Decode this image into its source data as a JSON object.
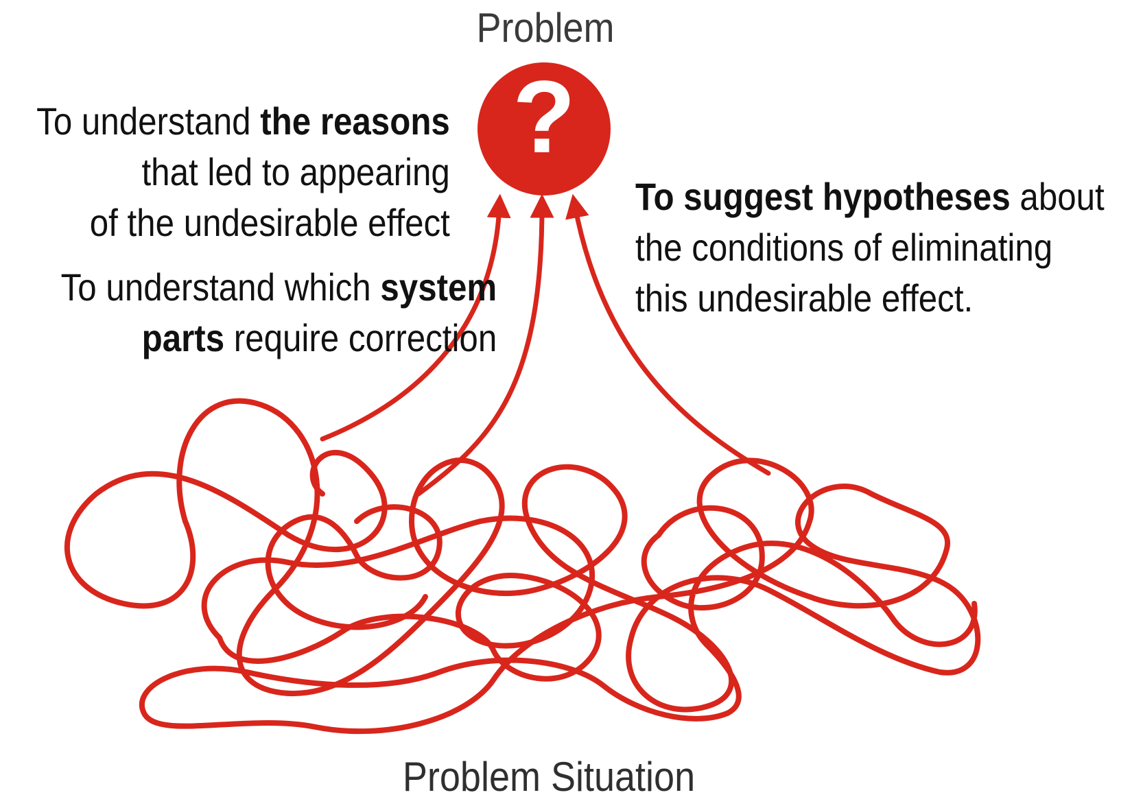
{
  "problem_title": "Problem",
  "situation_title": "Problem Situation",
  "question_mark": "?",
  "colors": {
    "accent_red": "#d8261c",
    "text": "#111111",
    "title_gray": "#3a3a3a"
  },
  "icons": [
    "question-mark-circle-icon",
    "tangled-line-icon",
    "arrow-up-icon"
  ],
  "goals": [
    {
      "lines": [
        {
          "plain_before": "To understand ",
          "bold": "the reasons",
          "plain_after": ""
        },
        {
          "plain_before": "that led to appearing",
          "bold": "",
          "plain_after": ""
        },
        {
          "plain_before": "of the undesirable effect",
          "bold": "",
          "plain_after": ""
        }
      ]
    },
    {
      "lines": [
        {
          "plain_before": "To understand which ",
          "bold": "system",
          "plain_after": ""
        },
        {
          "plain_before": "",
          "bold": "parts",
          "plain_after": " require correction"
        }
      ]
    },
    {
      "lines": [
        {
          "plain_before": "",
          "bold": "To suggest hypotheses",
          "plain_after": " about"
        },
        {
          "plain_before": "the conditions of eliminating",
          "bold": "",
          "plain_after": ""
        },
        {
          "plain_before": "this undesirable effect.",
          "bold": "",
          "plain_after": ""
        }
      ]
    }
  ]
}
